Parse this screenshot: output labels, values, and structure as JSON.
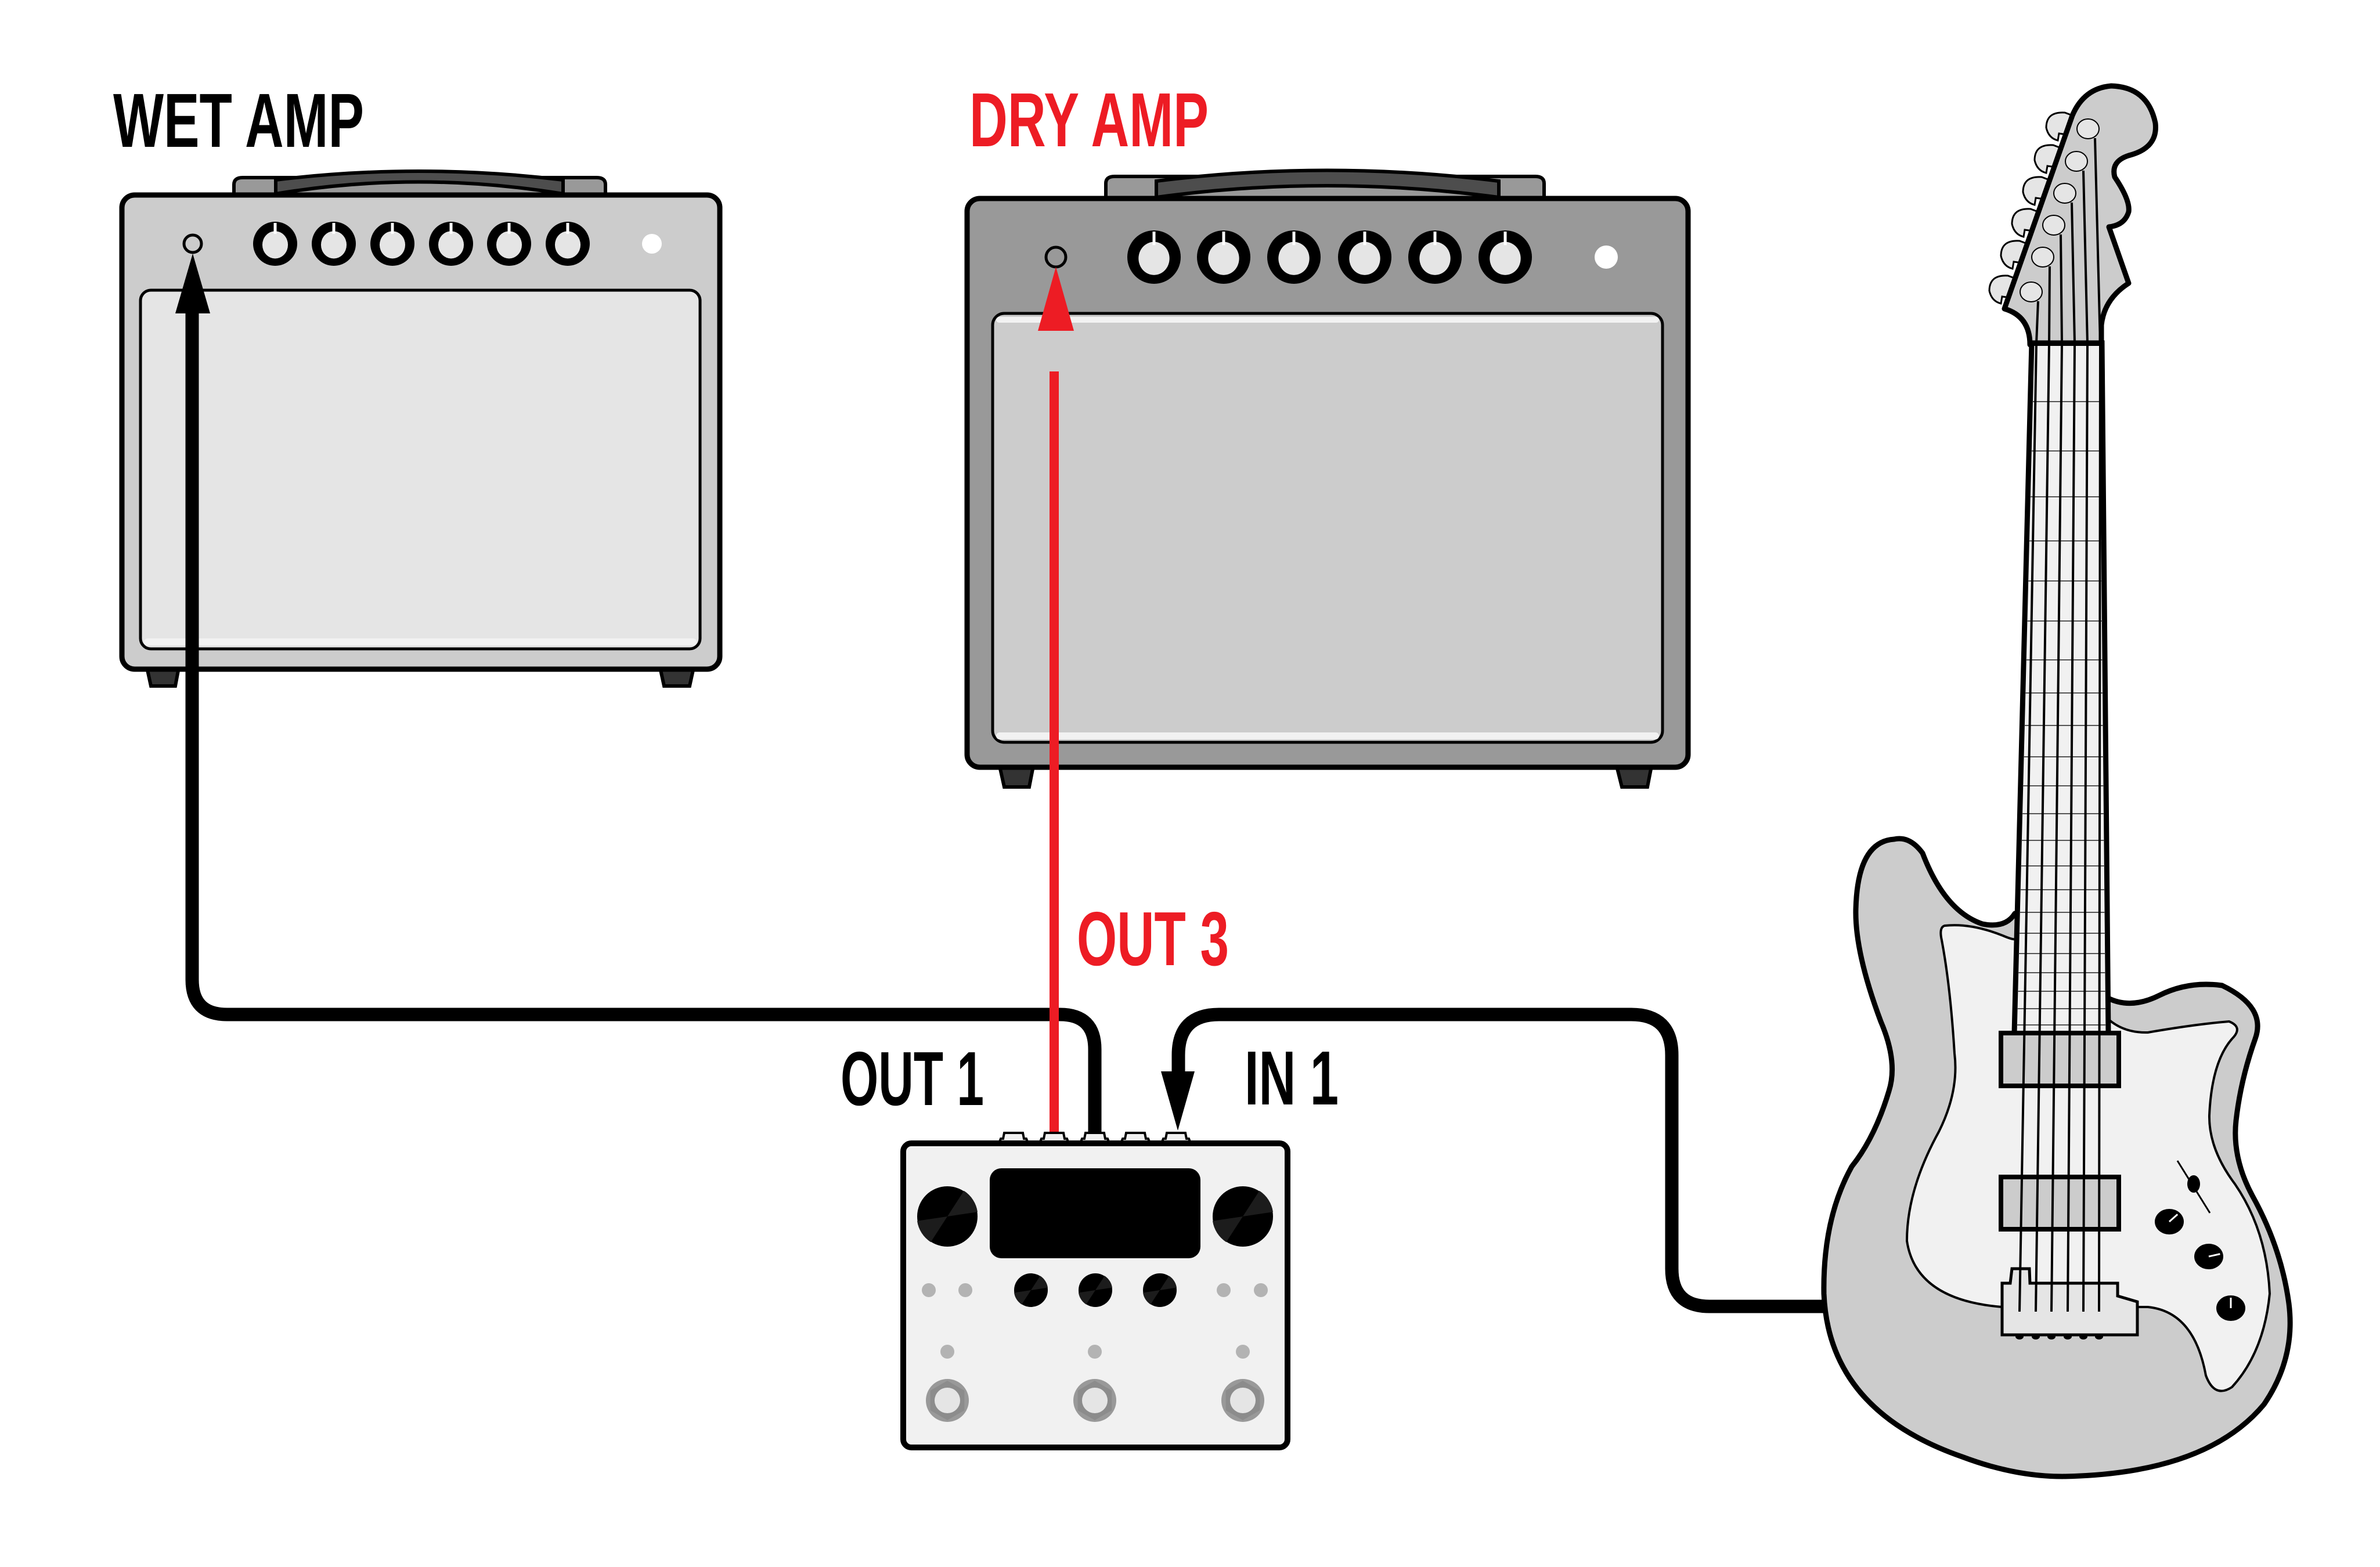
{
  "diagram": {
    "title": "Wet/Dry amp routing",
    "colors": {
      "wet_path": "#000000",
      "dry_path": "#ed1c24",
      "wet_amp_body": "#cccccc",
      "wet_amp_grille": "#e5e5e5",
      "dry_amp_body": "#999999",
      "dry_amp_grille": "#cccccc",
      "pedal_body": "#f1f1f1",
      "guitar_body": "#cccccc",
      "pickguard": "#f1f1f1"
    }
  },
  "labels": {
    "wet_amp": "WET AMP",
    "dry_amp": "DRY AMP",
    "out1": "OUT 1",
    "out3": "OUT 3",
    "in1": "IN 1"
  },
  "devices": {
    "wet_amp": {
      "name": "Wet amp",
      "knob_count": 6
    },
    "dry_amp": {
      "name": "Dry amp",
      "knob_count": 6
    },
    "pedal": {
      "name": "Multi-effects pedal",
      "jack_count": 5,
      "footswitch_count": 3,
      "small_knob_count": 3,
      "large_knob_count": 2
    },
    "guitar": {
      "name": "Electric guitar",
      "string_count": 6,
      "pickup_count": 2,
      "control_knob_count": 3
    }
  },
  "connections": [
    {
      "from": "guitar",
      "to": "pedal IN 1",
      "color": "#000000"
    },
    {
      "from": "pedal OUT 1",
      "to": "wet amp input",
      "color": "#000000"
    },
    {
      "from": "pedal OUT 3",
      "to": "dry amp input",
      "color": "#ed1c24"
    }
  ]
}
